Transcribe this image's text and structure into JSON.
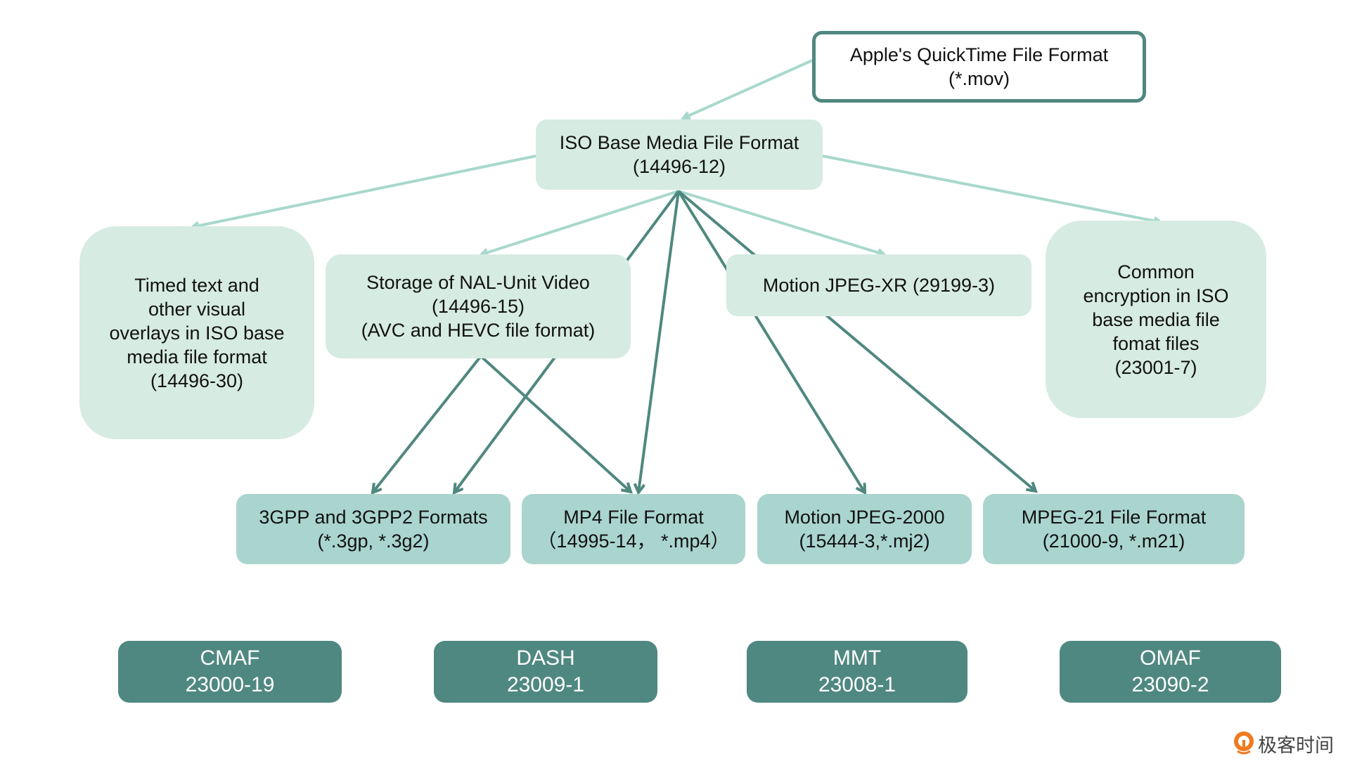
{
  "colors": {
    "light_fill": "#d6ebe2",
    "mid_fill": "#a9d5ce",
    "dark_fill": "#4f8880",
    "light_line": "#a8d8cc",
    "dark_line": "#4f8880",
    "logo_orange": "#f07a20"
  },
  "nodes": {
    "apple": "Apple's QuickTime File Format\n(*.mov)",
    "iso": "ISO Base Media File Format\n(14496-12)",
    "timed": "Timed text and\nother visual\noverlays in ISO base\nmedia file format\n(14496-30)",
    "nal": "Storage of NAL-Unit Video\n(14496-15)\n(AVC and HEVC file format)",
    "mjxr": "Motion JPEG-XR (29199-3)",
    "cenc": "Common\nencryption in ISO\nbase media file\nfomat files\n(23001-7)",
    "gpp": "3GPP and 3GPP2 Formats\n(*.3gp, *.3g2)",
    "mp4": "MP4 File Format\n（14995-14， *.mp4）",
    "mj2": "Motion JPEG-2000\n(15444-3,*.mj2)",
    "m21": "MPEG-21 File Format\n(21000-9, *.m21)",
    "cmaf": "CMAF\n23000-19",
    "dash": "DASH\n23009-1",
    "mmt": "MMT\n23008-1",
    "omaf": "OMAF\n23090-2"
  },
  "edges": [
    {
      "from": "apple",
      "to": "iso",
      "style": "light"
    },
    {
      "from": "iso",
      "to": "timed",
      "style": "light"
    },
    {
      "from": "iso",
      "to": "nal",
      "style": "light"
    },
    {
      "from": "iso",
      "to": "mjxr",
      "style": "light"
    },
    {
      "from": "iso",
      "to": "cenc",
      "style": "light"
    },
    {
      "from": "iso",
      "to": "gpp",
      "style": "dark"
    },
    {
      "from": "iso",
      "to": "mp4",
      "style": "dark"
    },
    {
      "from": "iso",
      "to": "mj2",
      "style": "dark"
    },
    {
      "from": "iso",
      "to": "m21",
      "style": "dark"
    },
    {
      "from": "nal",
      "to": "gpp",
      "style": "dark"
    },
    {
      "from": "nal",
      "to": "mp4",
      "style": "dark"
    }
  ],
  "logo": {
    "text": "极客时间"
  }
}
